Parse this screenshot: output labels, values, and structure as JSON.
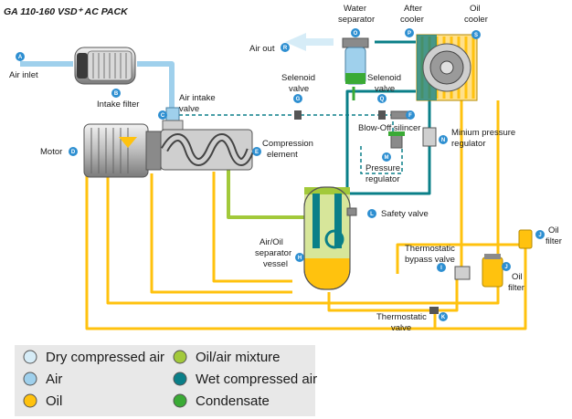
{
  "title": "GA 110-160 VSD⁺ AC PACK",
  "labels": {
    "air_inlet": "Air inlet",
    "intake_filter": "Intake filter",
    "air_intake_valve_1": "Air intake",
    "air_intake_valve_2": "valve",
    "motor": "Motor",
    "compression_1": "Compression",
    "compression_2": "element",
    "air_out": "Air out",
    "water_sep_1": "Water",
    "water_sep_2": "separator",
    "after_cooler_1": "After",
    "after_cooler_2": "cooler",
    "oil_cooler_1": "Oil",
    "oil_cooler_2": "cooler",
    "selenoid_left_1": "Selenoid",
    "selenoid_left_2": "valve",
    "selenoid_right_1": "Selenoid",
    "selenoid_right_2": "valve",
    "blowoff": "Blow-Off silincer",
    "min_pressure_1": "Minium pressure",
    "min_pressure_2": "regulator",
    "pressure_reg_1": "Pressure",
    "pressure_reg_2": "regulator",
    "safety_valve": "Safety valve",
    "separator_vessel_1": "Air/Oil",
    "separator_vessel_2": "separator",
    "separator_vessel_3": "vessel",
    "oil_filter_top_1": "Oil",
    "oil_filter_top_2": "filter",
    "thermo_bypass_1": "Thermostatic",
    "thermo_bypass_2": "bypass valve",
    "oil_filter_1": "Oil",
    "oil_filter_2": "filter",
    "thermo_valve_1": "Thermostatic",
    "thermo_valve_2": "valve"
  },
  "markers": {
    "air_inlet": "A",
    "intake_filter": "B",
    "air_intake_valve": "C",
    "motor": "D",
    "compression": "E",
    "blowoff": "F",
    "selenoid_left": "G",
    "separator_vessel": "H",
    "thermo_bypass": "I",
    "oil_filter": "J",
    "thermo_valve": "K",
    "safety_valve": "L",
    "pressure_reg": "M",
    "min_pressure": "N",
    "water_sep": "O",
    "after_cooler": "P",
    "selenoid_right": "Q",
    "air_out": "R",
    "oil_cooler": "S",
    "oil_filter_top": "J"
  },
  "legend": {
    "left": [
      {
        "label": "Dry compressed air",
        "color": "#d6ecf7"
      },
      {
        "label": "Air",
        "color": "#9fd0ec"
      },
      {
        "label": "Oil",
        "color": "#ffc20e"
      }
    ],
    "right": [
      {
        "label": "Oil/air mixture",
        "color": "#a2c93a"
      },
      {
        "label": "Wet compressed air",
        "color": "#0a7f88"
      },
      {
        "label": "Condensate",
        "color": "#3aaa35"
      }
    ]
  },
  "colors": {
    "dry_air": "#d6ecf7",
    "air": "#9fd0ec",
    "oil": "#ffc20e",
    "oil_air": "#a2c93a",
    "wet_air": "#0a7f88",
    "condensate": "#3aaa35",
    "marker": "#2e8fd1"
  }
}
